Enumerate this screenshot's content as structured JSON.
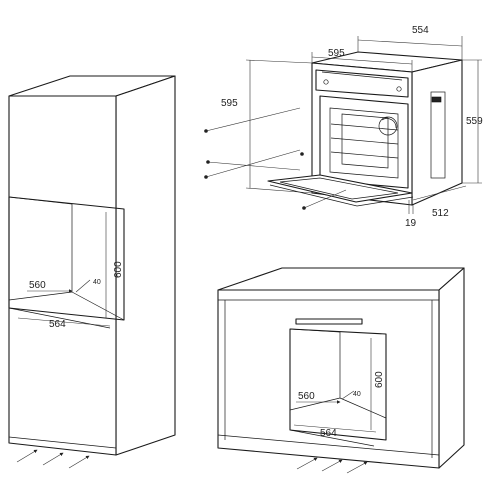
{
  "oven": {
    "dims": {
      "width_top": "554",
      "width_front": "595",
      "height_left": "595",
      "height_right": "559",
      "depth": "512",
      "door_offset": "19"
    }
  },
  "column_cabinet": {
    "dims": {
      "niche_depth": "560",
      "niche_width": "564",
      "niche_height": "600",
      "gap": "40"
    }
  },
  "base_cabinet": {
    "dims": {
      "niche_depth": "560",
      "niche_width": "564",
      "niche_height": "600",
      "gap": "40"
    }
  }
}
